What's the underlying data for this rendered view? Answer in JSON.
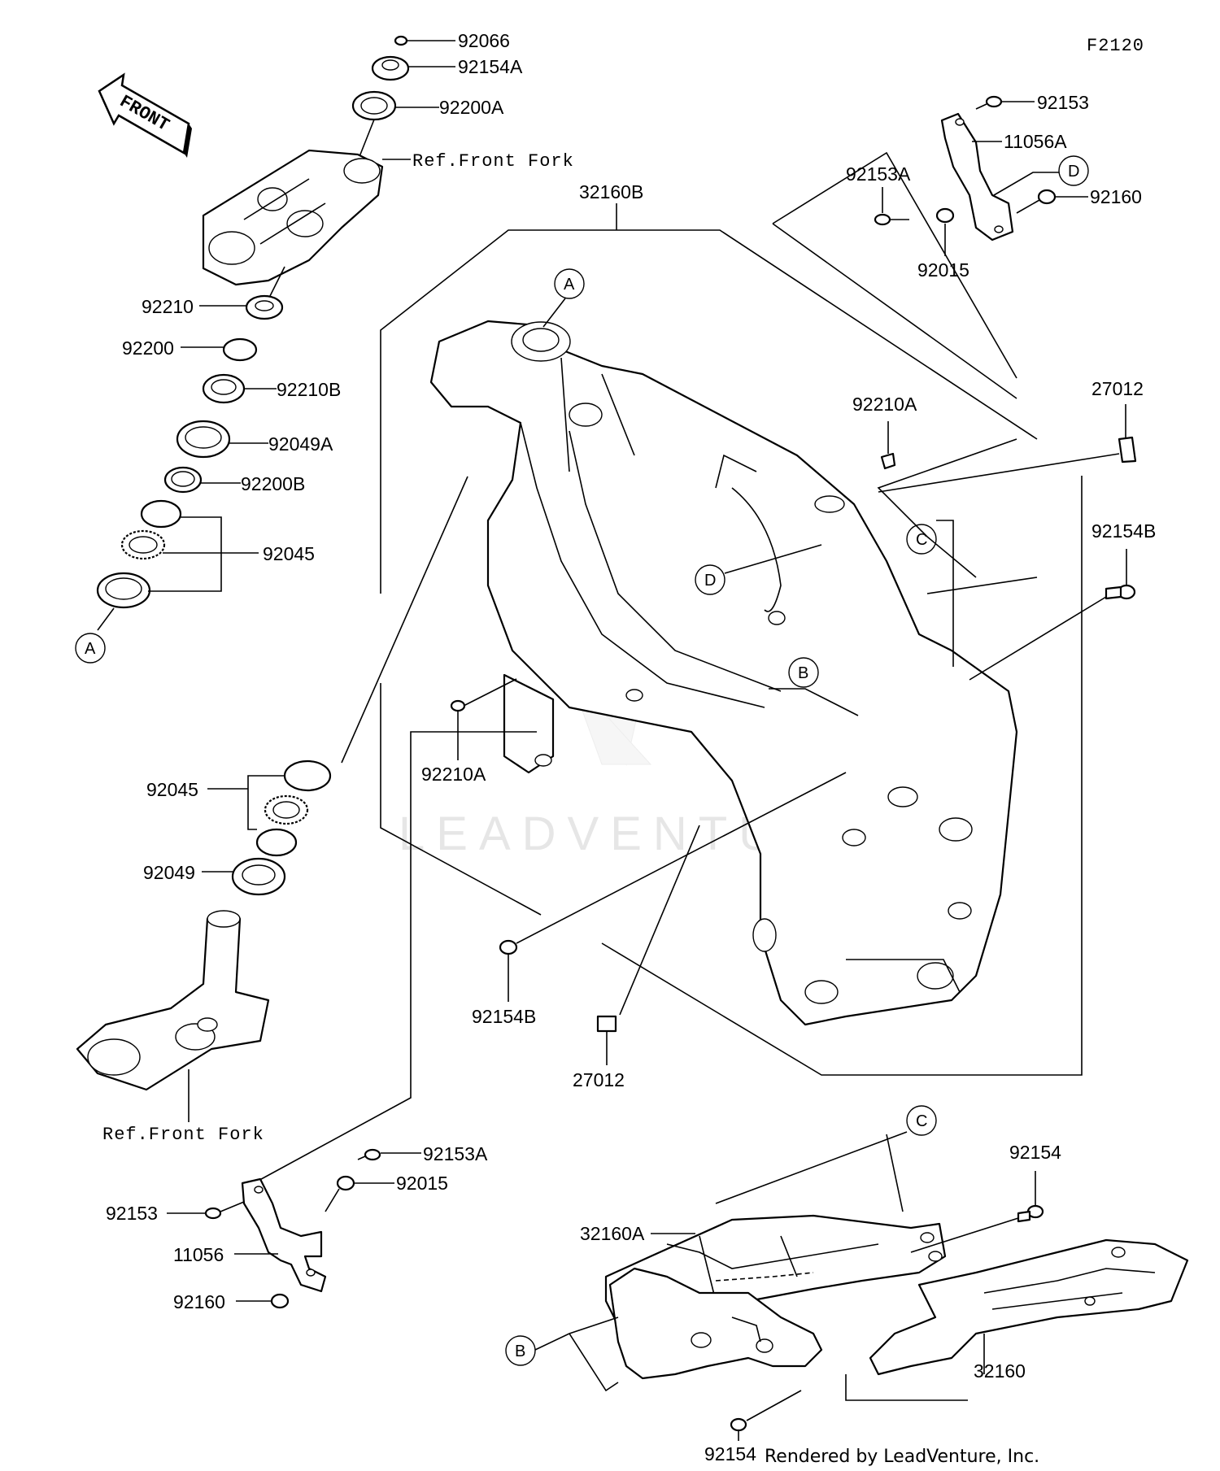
{
  "figure_code": "F2120",
  "arrow_label": "FRONT",
  "watermark": "LEADVENTURE",
  "footer": "Rendered by LeadVenture, Inc.",
  "references": {
    "front_fork_top": "Ref.Front Fork",
    "front_fork_bottom": "Ref.Front Fork"
  },
  "callouts": {
    "a1": "A",
    "a2": "A",
    "b1": "B",
    "b2": "B",
    "c1": "C",
    "c2": "C",
    "d1": "D",
    "d2": "D"
  },
  "parts": {
    "p92066": "92066",
    "p92154A": "92154A",
    "p92200A": "92200A",
    "p92210": "92210",
    "p92200": "92200",
    "p92210B": "92210B",
    "p92049A": "92049A",
    "p92200B": "92200B",
    "p92045_top": "92045",
    "p92045_bottom": "92045",
    "p92049": "92049",
    "p32160B": "32160B",
    "p92153_top": "92153",
    "p11056A": "11056A",
    "p92153A_top": "92153A",
    "p92160_top": "92160",
    "p92015_top": "92015",
    "p92210A_right": "92210A",
    "p27012_right": "27012",
    "p92154B_right": "92154B",
    "p92210A_left": "92210A",
    "p92154B_left": "92154B",
    "p27012_bottom": "27012",
    "p92153A_bottom": "92153A",
    "p92015_bottom": "92015",
    "p92153_bottom": "92153",
    "p11056": "11056",
    "p92160_bottom": "92160",
    "p32160A": "32160A",
    "p92154_top": "92154",
    "p32160": "32160",
    "p92154_bottom": "92154"
  }
}
